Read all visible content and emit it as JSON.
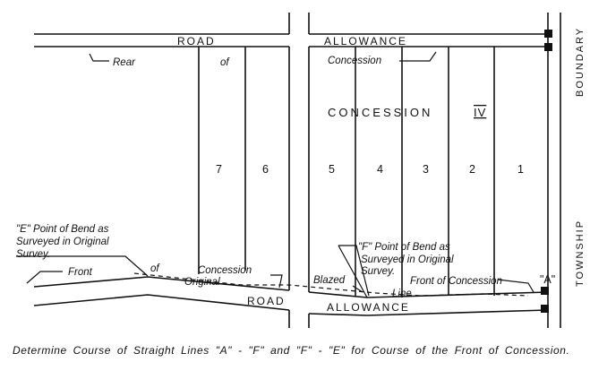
{
  "road_labels": {
    "road_top": "ROAD",
    "allowance_top": "ALLOWANCE",
    "road_bottom": "ROAD",
    "allowance_bottom": "ALLOWANCE",
    "boundary": "BOUNDARY",
    "township": "TOWNSHIP"
  },
  "rear_labels": {
    "rear": "Rear",
    "of": "of",
    "concession": "Concession"
  },
  "concession_title": {
    "word": "CONCESSION",
    "numeral": "IV"
  },
  "lots": [
    "7",
    "6",
    "5",
    "4",
    "3",
    "2",
    "1"
  ],
  "point_e": {
    "line1": "\"E\" Point of Bend as",
    "line2": "Surveyed in Original",
    "line3": "Survey."
  },
  "point_f": {
    "line1": "\"F\" Point of Bend as",
    "line2": "Surveyed in Original",
    "line3": "Survey."
  },
  "front_labels": {
    "front": "Front",
    "of": "of",
    "concession": "Concession",
    "original": "Original",
    "blazed": "Blazed",
    "line": "Line",
    "front_of_concession": "Front of Concession"
  },
  "point_a": "\"A\"",
  "caption": "Determine Course of Straight Lines \"A\" - \"F\" and \"F\" - \"E\" for Course of the Front of Concession."
}
